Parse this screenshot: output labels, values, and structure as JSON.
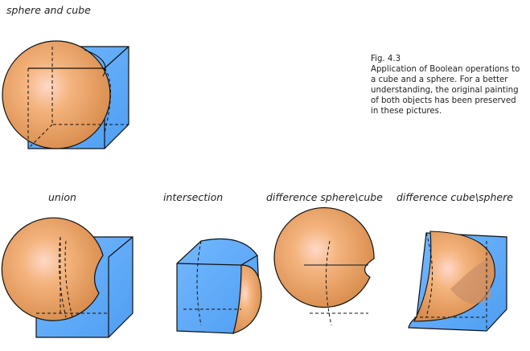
{
  "top": {
    "label": "sphere and cube"
  },
  "caption": {
    "fig": "Fig. 4.3",
    "text": "Application of Boolean operations to a cube and a sphere. For a better understanding, the original painting of both objects has been preserved in these pictures."
  },
  "panels": [
    {
      "label": "union"
    },
    {
      "label": "intersection"
    },
    {
      "label": "difference sphere\\cube"
    },
    {
      "label": "difference cube\\sphere"
    }
  ],
  "colors": {
    "cube": "#5aa8f5",
    "sphere": "#f2a86a",
    "outline": "#111111"
  }
}
